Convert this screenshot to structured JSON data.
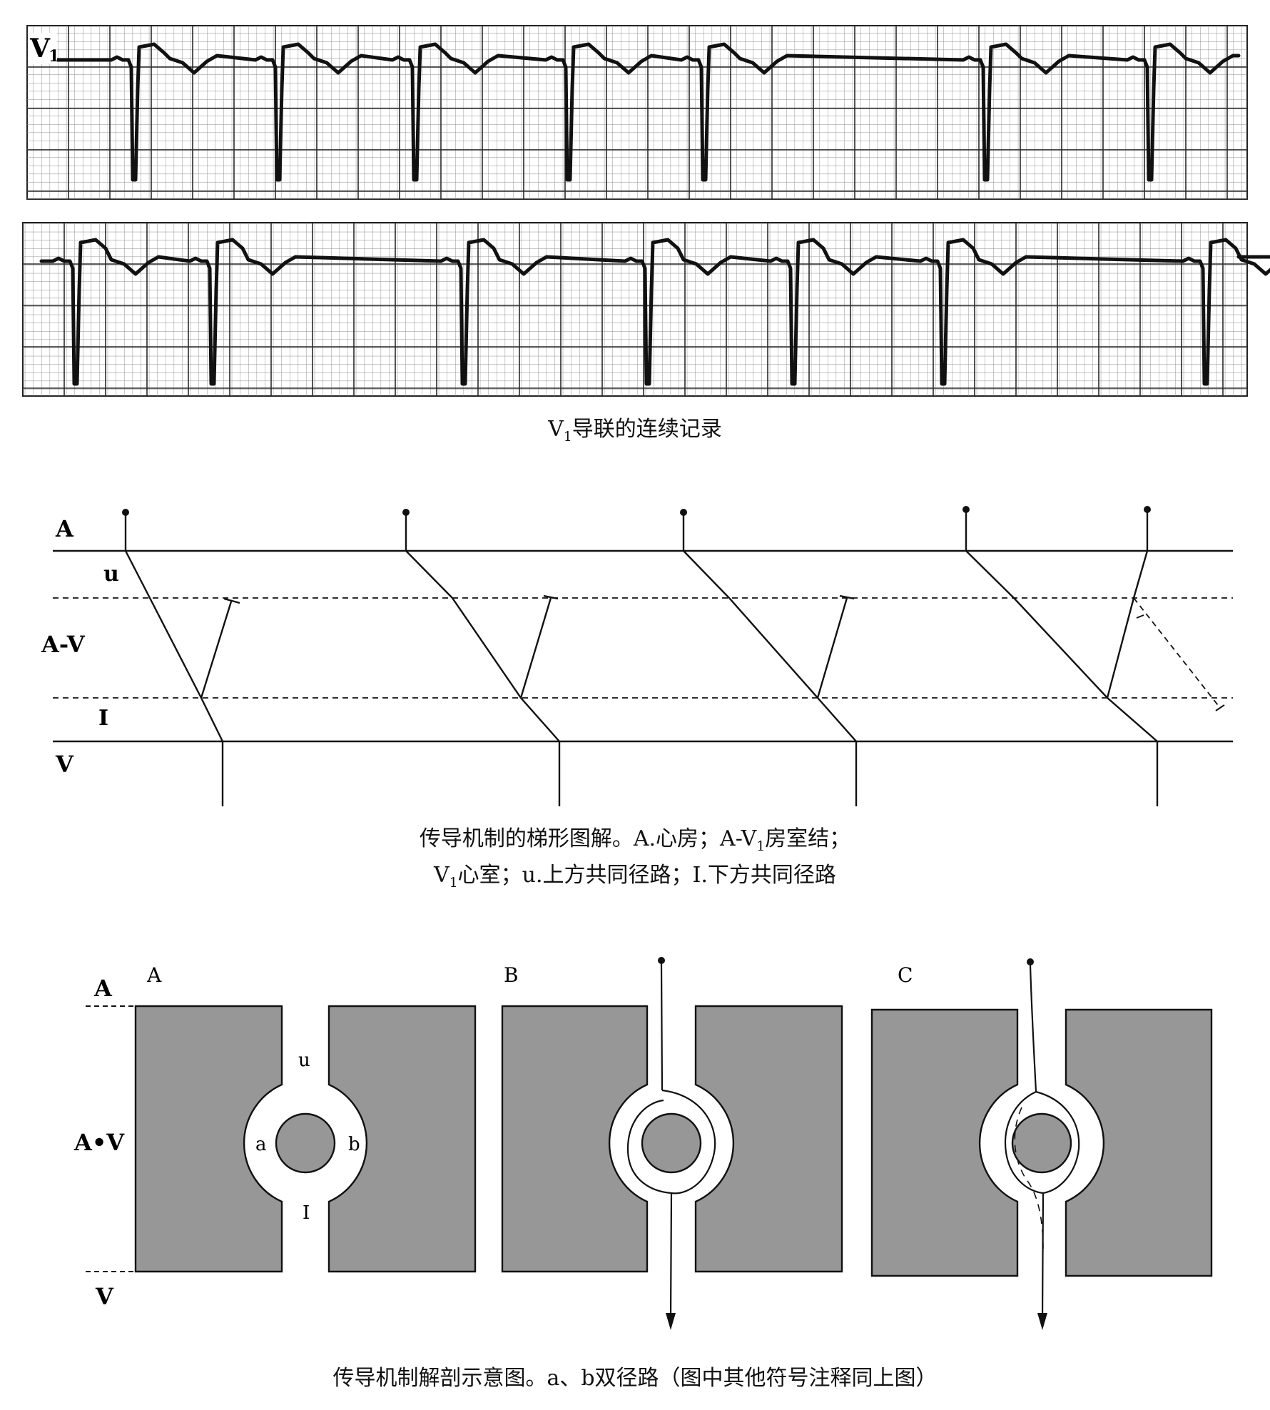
{
  "ecg": {
    "lead_label": "V",
    "lead_subscript": "1",
    "caption_lead": "V",
    "caption_sub": "1",
    "caption_rest": "导联的连续记录"
  },
  "ladder": {
    "labels": {
      "A": "A",
      "u": "u",
      "AV": "A-V",
      "I": "I",
      "V": "V"
    },
    "caption_line1_part1": "传导机制的梯形图解。A.心房；A-V",
    "caption_line1_sub": "1",
    "caption_line1_part2": "房室结；",
    "caption_line2_part1": "V",
    "caption_line2_sub": "1",
    "caption_line2_part2": "心室；u.上方共同径路；Ⅰ.下方共同径路"
  },
  "anatomy": {
    "side_labels": {
      "A": "A",
      "AV": "A•V",
      "V": "V"
    },
    "panels": [
      {
        "id": "A",
        "label": "A",
        "a": "a",
        "b": "b",
        "u": "u",
        "I": "I"
      },
      {
        "id": "B",
        "label": "B"
      },
      {
        "id": "C",
        "label": "C"
      }
    ],
    "caption": "传导机制解剖示意图。a、b双径路（图中其他符号注释同上图）"
  },
  "colors": {
    "block_fill": "#979797",
    "ink": "#111111",
    "grid_fine": "#8a8a8a",
    "grid_bold": "#2a2a2a"
  }
}
